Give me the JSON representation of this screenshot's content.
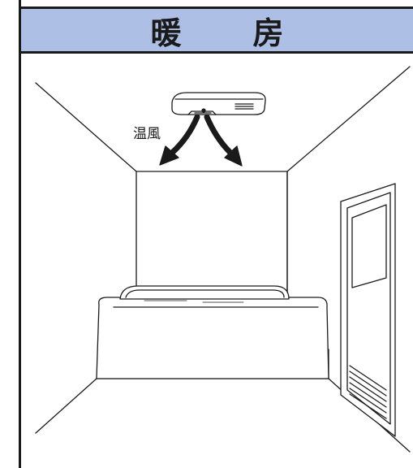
{
  "header": {
    "title_char_1": "暖",
    "title_char_2": "房",
    "background_color": "#aebfe6"
  },
  "diagram": {
    "airflow_label": "温風",
    "elements": [
      "ceiling-heater",
      "airflow-arrows",
      "bathtub",
      "door",
      "door-vent",
      "room-walls"
    ]
  }
}
